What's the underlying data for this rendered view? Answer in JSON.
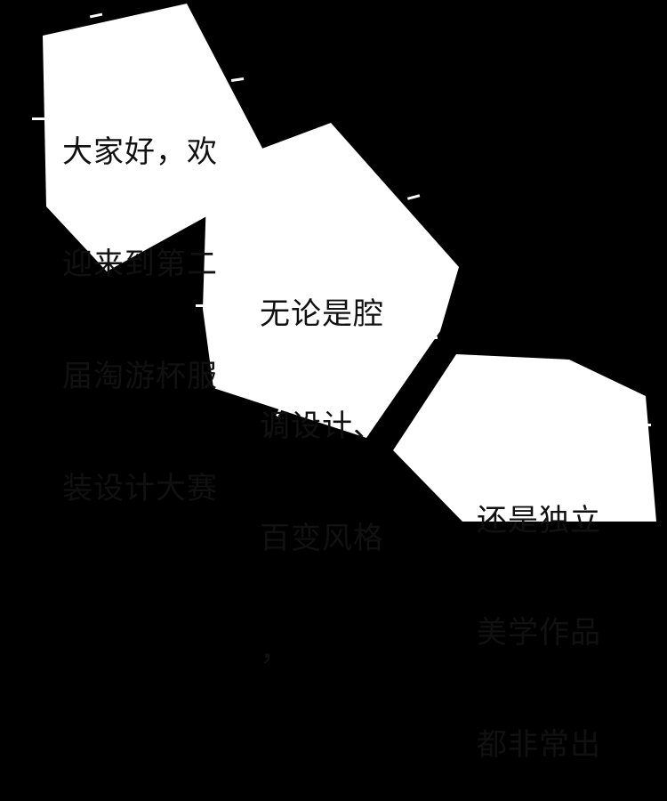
{
  "comic_panel": {
    "bubble1": {
      "lines": [
        "大家好，欢",
        "迎来到第二",
        "届淘游杯服",
        "装设计大赛"
      ]
    },
    "bubble2": {
      "lines": [
        "无论是腔",
        "调设计、",
        "百变风格",
        "，"
      ]
    },
    "bubble3": {
      "lines": [
        "还是独立",
        "美学作品",
        "都非常出"
      ]
    }
  },
  "colors": {
    "background": "#000000",
    "bubble": "#ffffff",
    "text": "#111111"
  }
}
